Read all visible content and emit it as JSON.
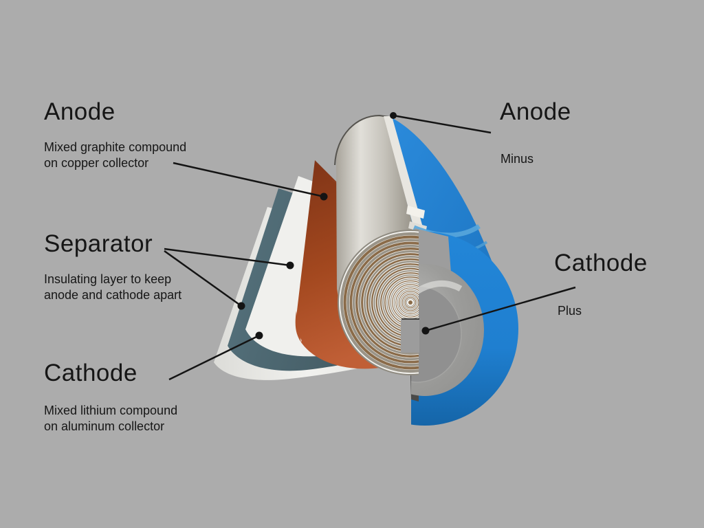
{
  "diagram": {
    "type": "lithium-ion-battery-cutaway",
    "background_color": "#ACACAC",
    "labels": {
      "anode_left": {
        "title": "Anode",
        "desc_line1": "Mixed graphite compound",
        "desc_line2": "on copper collector"
      },
      "separator_left": {
        "title": "Separator",
        "desc_line1": "Insulating layer to keep",
        "desc_line2": "anode and cathode apart"
      },
      "cathode_left": {
        "title": "Cathode",
        "desc_line1": "Mixed lithium compound",
        "desc_line2": "on aluminum collector"
      },
      "anode_right": {
        "title": "Anode",
        "subtitle": "Minus"
      },
      "cathode_right": {
        "title": "Cathode",
        "subtitle": "Plus"
      }
    },
    "colors": {
      "background": "#ACACAC",
      "text": "#161616",
      "casing_blue": "#1F7FD0",
      "casing_blue_dark": "#1565A8",
      "casing_blue_highlight": "#58A6DB",
      "anode_copper": "#A74B27",
      "anode_copper_dark": "#7E3316",
      "cathode_teal": "#4E6B74",
      "separator_white": "#F0F0ED",
      "metal_silver": "#C2BFB7",
      "end_cap_gray": "#9D9D9D",
      "spiral_brown": "#8A6B49",
      "spiral_gray": "#9A9488",
      "leader_line": "#141414"
    }
  }
}
